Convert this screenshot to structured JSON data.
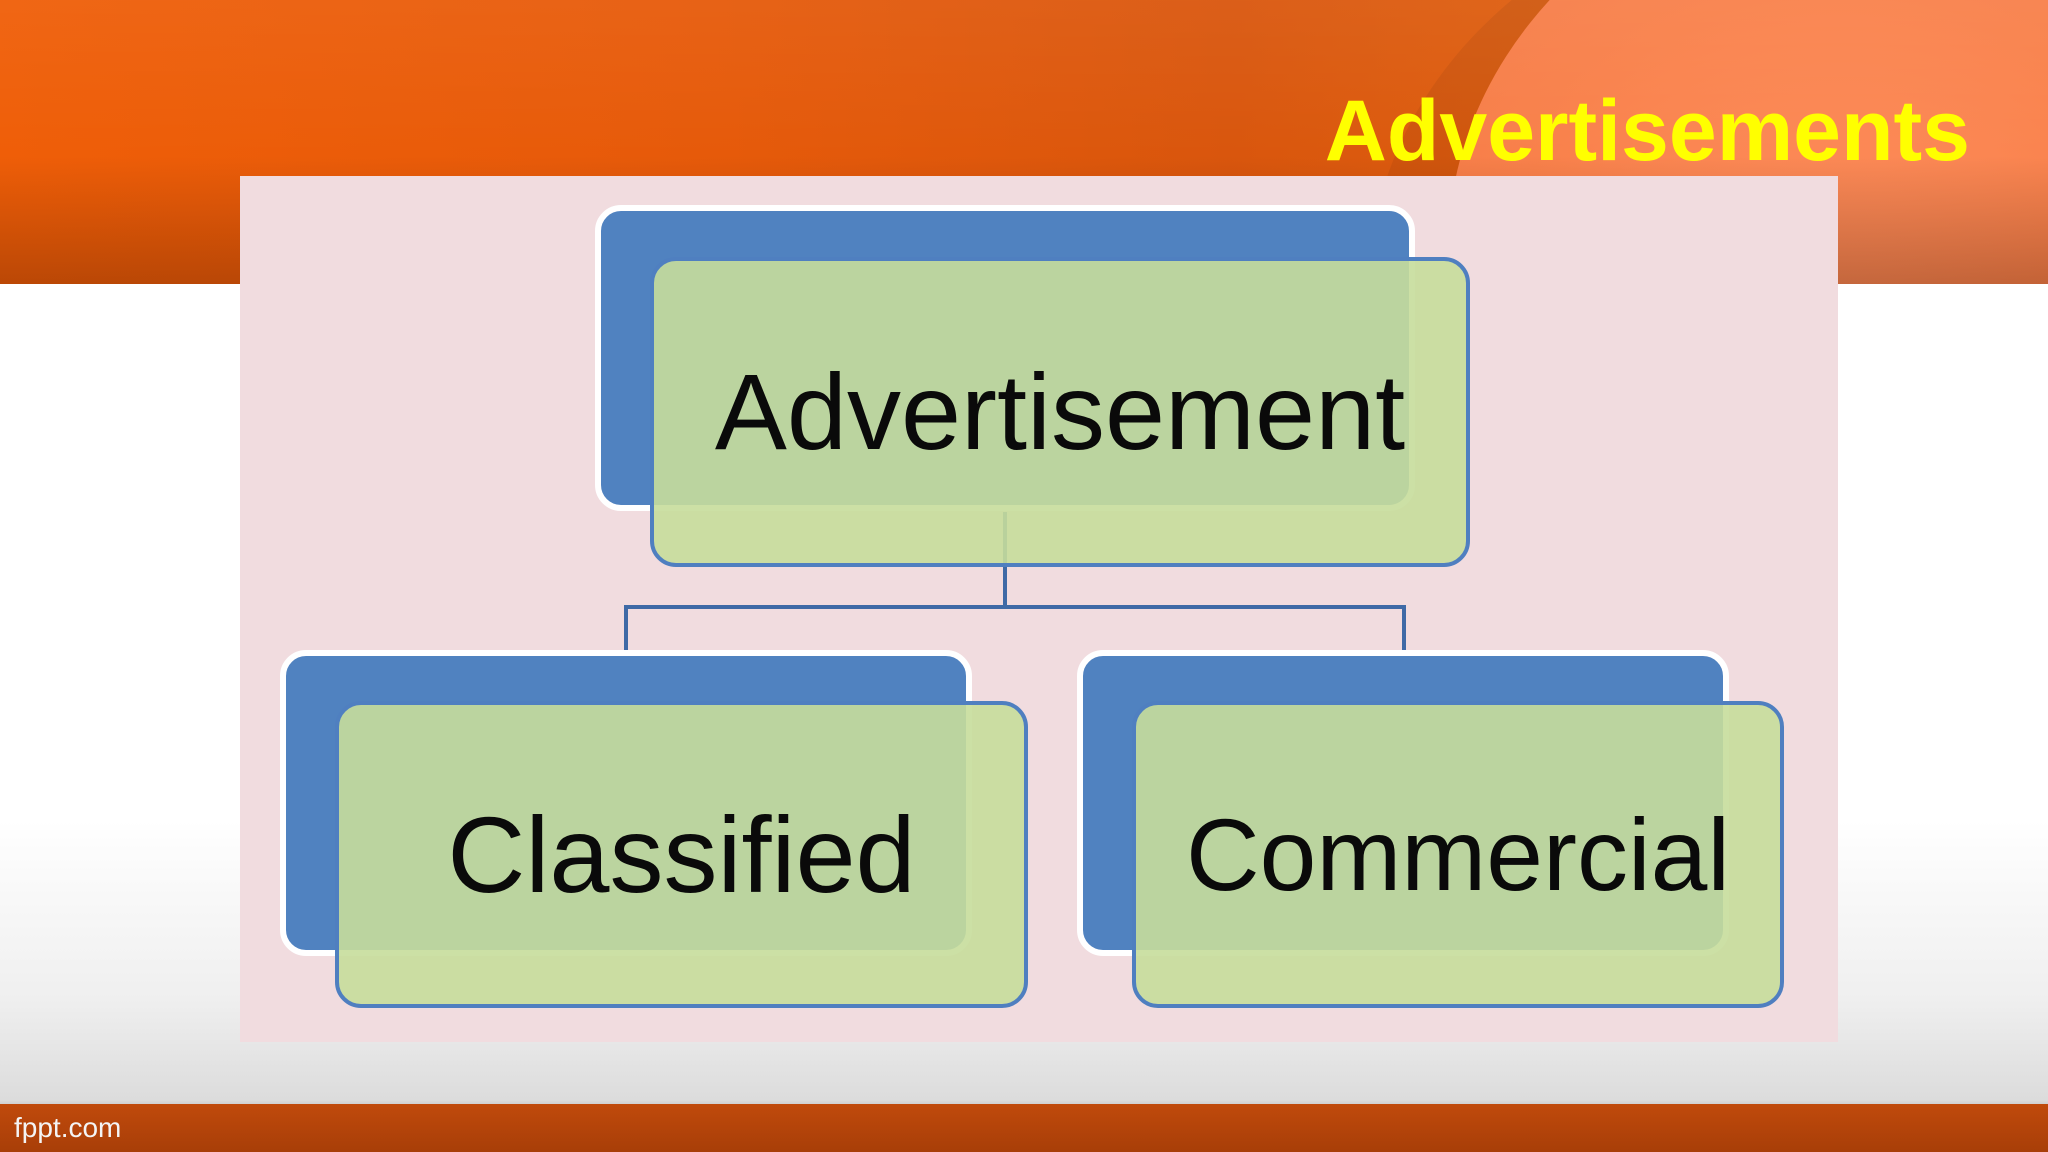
{
  "slide": {
    "title": "Advertisements",
    "footer_brand": "fppt.com"
  },
  "colors": {
    "header_orange": "#e65a0a",
    "title_yellow": "#ffff00",
    "panel_pink": "#f1dcdf",
    "box_blue": "#5082c0",
    "box_green": "#c7dd9b",
    "footer_brown": "#b0430a"
  },
  "diagram": {
    "root": {
      "label": "Advertisement"
    },
    "children": [
      {
        "label": "Classified"
      },
      {
        "label": "Commercial"
      }
    ]
  }
}
